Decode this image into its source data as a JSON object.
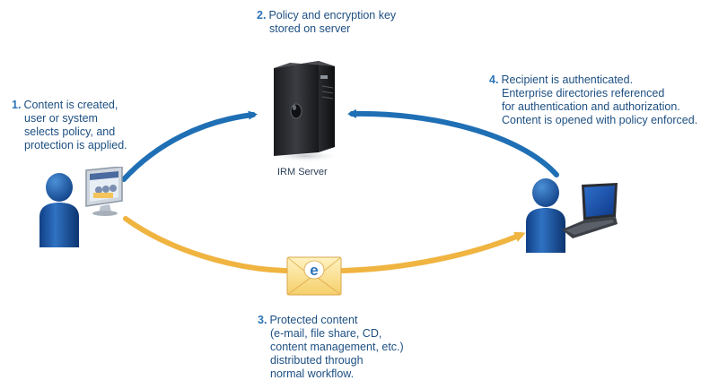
{
  "steps": [
    {
      "number": "1.",
      "lines": [
        "Content is created,",
        "user or system",
        "selects policy, and",
        "protection is applied."
      ]
    },
    {
      "number": "2.",
      "lines": [
        "Policy and encryption key",
        "stored on server"
      ]
    },
    {
      "number": "3.",
      "lines": [
        "Protected content",
        "(e-mail, file share, CD,",
        "content management, etc.)",
        "distributed through",
        "normal workflow."
      ]
    },
    {
      "number": "4.",
      "lines": [
        "Recipient is authenticated.",
        "Enterprise directories referenced",
        "for authentication and authorization.",
        "Content is opened with policy enforced."
      ]
    }
  ],
  "server": {
    "label": "IRM Server"
  },
  "envelope": {
    "letter": "e"
  },
  "colors": {
    "text": "#1d4f82",
    "step_number": "#2a73b8",
    "blue_arrow": "#1f6fb5",
    "yellow_arrow": "#f0b441",
    "person": "#1a5aa8"
  }
}
